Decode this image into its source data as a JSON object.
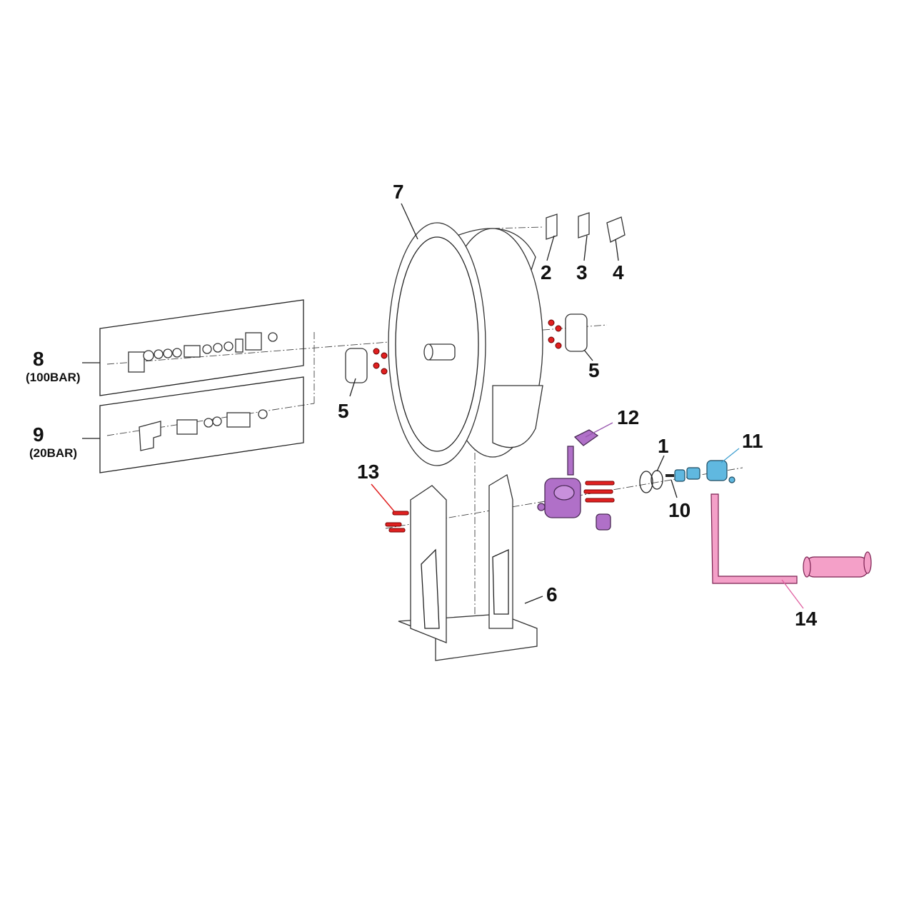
{
  "diagram": {
    "title": "Hose reel exploded view",
    "callouts": [
      {
        "id": "7",
        "label": "7"
      },
      {
        "id": "2",
        "label": "2"
      },
      {
        "id": "3",
        "label": "3"
      },
      {
        "id": "4",
        "label": "4"
      },
      {
        "id": "8",
        "label": "8",
        "sub": "(100BAR)"
      },
      {
        "id": "9",
        "label": "9",
        "sub": "(20BAR)"
      },
      {
        "id": "5a",
        "label": "5"
      },
      {
        "id": "5b",
        "label": "5"
      },
      {
        "id": "12",
        "label": "12"
      },
      {
        "id": "1",
        "label": "1"
      },
      {
        "id": "11",
        "label": "11"
      },
      {
        "id": "10",
        "label": "10"
      },
      {
        "id": "13",
        "label": "13"
      },
      {
        "id": "6",
        "label": "6"
      },
      {
        "id": "14",
        "label": "14"
      }
    ],
    "colors": {
      "screws": "#e02020",
      "gearbox": "#b070c8",
      "shaft": "#60b8e0",
      "handle": "#f090c0",
      "line": "#222222"
    }
  }
}
